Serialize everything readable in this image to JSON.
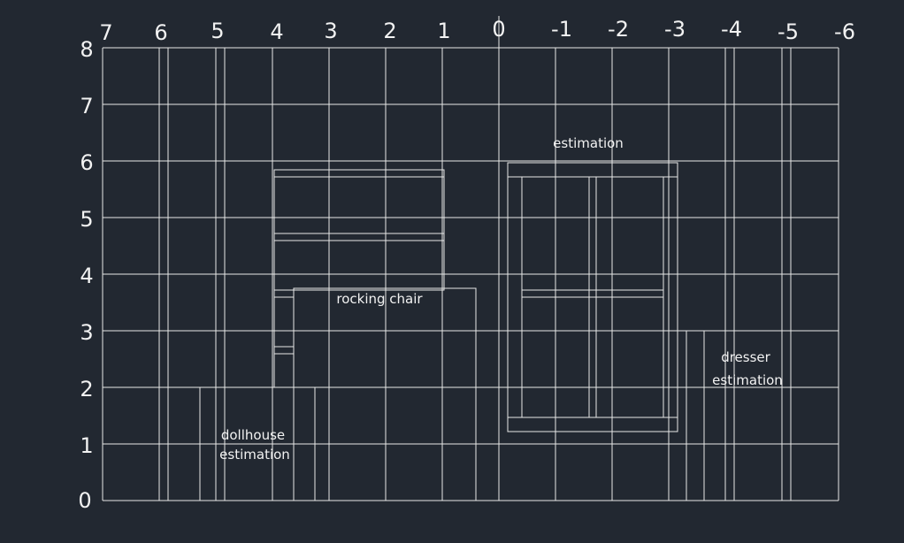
{
  "plot": {
    "x_labels": [
      "7",
      "6",
      "5",
      "4",
      "3",
      "2",
      "1",
      "0",
      "-1",
      "-2",
      "-3",
      "-4",
      "-5",
      "-6"
    ],
    "y_labels": [
      "8",
      "7",
      "6",
      "5",
      "4",
      "3",
      "2",
      "1",
      "0"
    ]
  },
  "objects": {
    "estimation": {
      "label": "estimation"
    },
    "rocking_chair": {
      "label": "rocking chair"
    },
    "dresser": {
      "label_line1": "dresser",
      "label_line2": "estimation"
    },
    "dollhouse": {
      "label_line1": "dollhouse",
      "label_line2": "estimation"
    }
  }
}
